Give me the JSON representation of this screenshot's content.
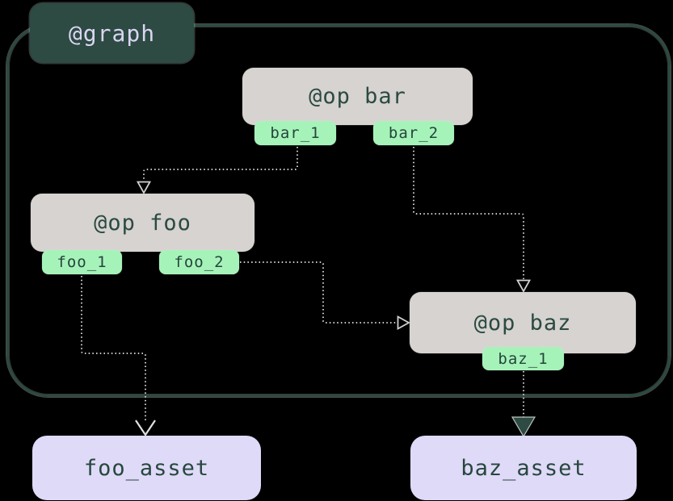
{
  "graph": {
    "label": "@graph"
  },
  "ops": {
    "bar": {
      "label": "@op bar",
      "outputs": [
        "bar_1",
        "bar_2"
      ]
    },
    "foo": {
      "label": "@op foo",
      "outputs": [
        "foo_1",
        "foo_2"
      ]
    },
    "baz": {
      "label": "@op baz",
      "outputs": [
        "baz_1"
      ]
    }
  },
  "assets": {
    "foo": {
      "label": "foo_asset"
    },
    "baz": {
      "label": "baz_asset"
    }
  },
  "edges": [
    {
      "from": "bar_1",
      "to": "@op foo"
    },
    {
      "from": "bar_2",
      "to": "@op baz"
    },
    {
      "from": "foo_2",
      "to": "@op baz"
    },
    {
      "from": "foo_1",
      "to": "foo_asset"
    },
    {
      "from": "baz_1",
      "to": "baz_asset"
    }
  ],
  "colors": {
    "background": "#000000",
    "graph_border": "#2b4a41",
    "graph_badge_fill": "#2d4a43",
    "graph_badge_text": "#dad5f2",
    "op_fill": "#d6d3d0",
    "op_text": "#2b4a42",
    "port_fill": "#a6f3ba",
    "port_text": "#25453b",
    "asset_fill": "#dfdaf8",
    "asset_text": "#27473d",
    "edge_stroke": "#c9cdc9",
    "filled_arrowhead": "#2d4a43"
  }
}
